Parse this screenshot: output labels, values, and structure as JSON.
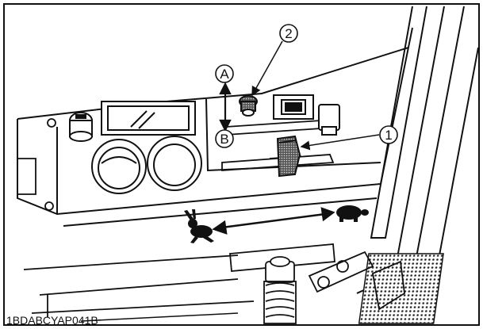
{
  "figure": {
    "code": "1BDABCYAP041B",
    "callouts": {
      "label_a": "A",
      "label_b": "B",
      "num_1": "1",
      "num_2": "2"
    },
    "icons": {
      "fast": "rabbit-icon",
      "slow": "turtle-icon"
    },
    "colors": {
      "line": "#111111",
      "background": "#ffffff"
    }
  }
}
